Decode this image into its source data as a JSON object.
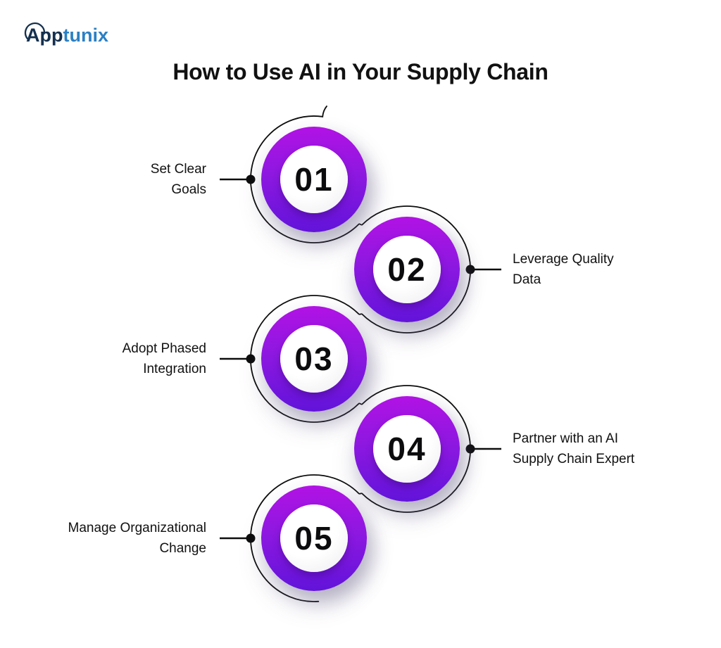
{
  "logo": {
    "brand_prefix": "App",
    "brand_suffix": "tunix"
  },
  "header": {
    "title": "How to Use AI in Your Supply Chain"
  },
  "steps": [
    {
      "number": "01",
      "label_line1": "Set Clear",
      "label_line2": "Goals",
      "side": "left"
    },
    {
      "number": "02",
      "label_line1": "Leverage Quality",
      "label_line2": "Data",
      "side": "right"
    },
    {
      "number": "03",
      "label_line1": "Adopt Phased",
      "label_line2": "Integration",
      "side": "left"
    },
    {
      "number": "04",
      "label_line1": "Partner with an AI",
      "label_line2": "Supply Chain Expert",
      "side": "right"
    },
    {
      "number": "05",
      "label_line1": "Manage Organizational",
      "label_line2": "Change",
      "side": "left"
    }
  ],
  "colors": {
    "ring_top": "#b112e4",
    "ring_mid": "#8d18e0",
    "ring_bottom": "#6213da",
    "line_color": "#0d0d0d",
    "text_color": "#111111",
    "logo_prefix_color": "#14304e",
    "logo_suffix_color": "#2b80c4",
    "disc_color": "#f4f4f6",
    "page_bg": "#ffffff"
  }
}
